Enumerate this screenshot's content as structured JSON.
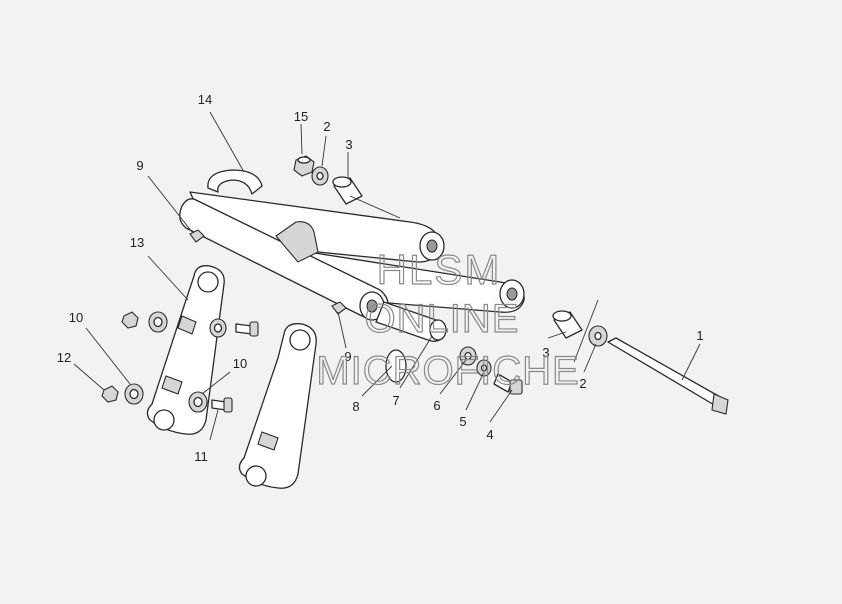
{
  "diagram": {
    "callouts": [
      "14",
      "15",
      "2",
      "3",
      "9",
      "13",
      "10",
      "12",
      "11",
      "10",
      "9",
      "8",
      "7",
      "6",
      "5",
      "4",
      "3",
      "2",
      "1"
    ]
  },
  "watermark": {
    "line1": "HLSM",
    "line2": "ONLINE",
    "line3": "MICROFICHE"
  }
}
